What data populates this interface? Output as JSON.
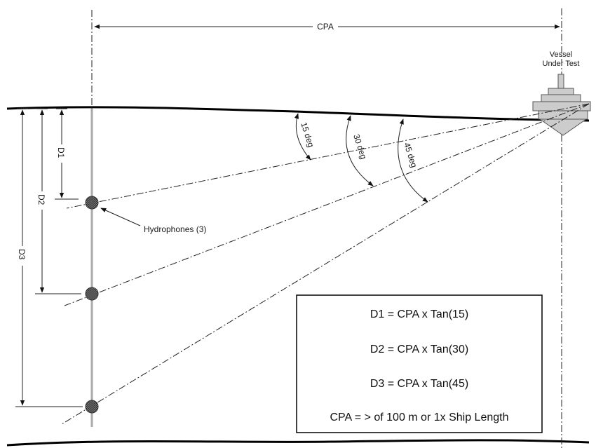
{
  "diagram": {
    "cpa_label": "CPA",
    "vessel_label_line1": "Vessel",
    "vessel_label_line2": "Under Test",
    "angles": [
      {
        "label": "15 deg",
        "value": 15
      },
      {
        "label": "30 deg",
        "value": 30
      },
      {
        "label": "45 deg",
        "value": 45
      }
    ],
    "depths": [
      {
        "label": "D1"
      },
      {
        "label": "D2"
      },
      {
        "label": "D3"
      }
    ],
    "hydrophones_label": "Hydrophones (3)",
    "formulas": [
      "D1 = CPA x Tan(15)",
      "D2 = CPA x Tan(30)",
      "D3 = CPA x Tan(45)",
      "CPA = > of 100 m or 1x Ship Length"
    ]
  }
}
